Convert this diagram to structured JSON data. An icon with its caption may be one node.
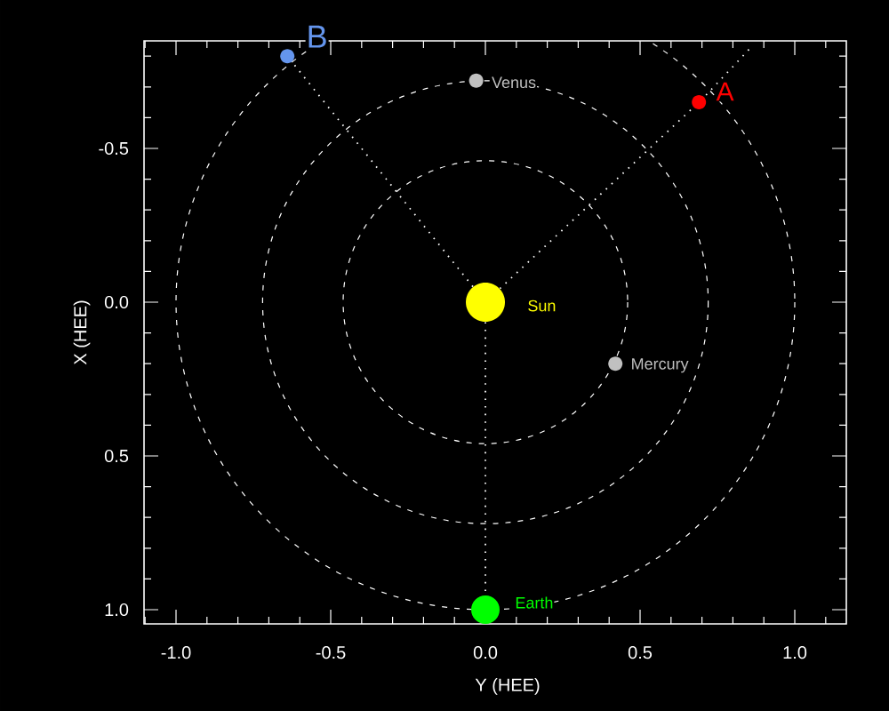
{
  "diagram": {
    "nodes": [
      {
        "text": [
          "Sun"
        ]
      },
      {
        "text": [
          "Venus"
        ]
      },
      {
        "text": [
          "Mercury"
        ]
      },
      {
        "text": [
          "Earth"
        ]
      },
      {
        "text": [
          "A"
        ]
      },
      {
        "text": [
          "B"
        ]
      }
    ],
    "edges": [
      {
        "from": 0,
        "to": 4,
        "arrow": "none"
      },
      {
        "from": 0,
        "to": 5,
        "arrow": "none"
      },
      {
        "from": 0,
        "to": 3,
        "arrow": "none"
      }
    ],
    "labels": [
      "X (HEE)",
      "-0.5",
      "0.0",
      "0.5",
      "1.0",
      "-1.0",
      "-0.5",
      "0.0",
      "0.5",
      "1.0",
      "Y (HEE)"
    ]
  }
}
